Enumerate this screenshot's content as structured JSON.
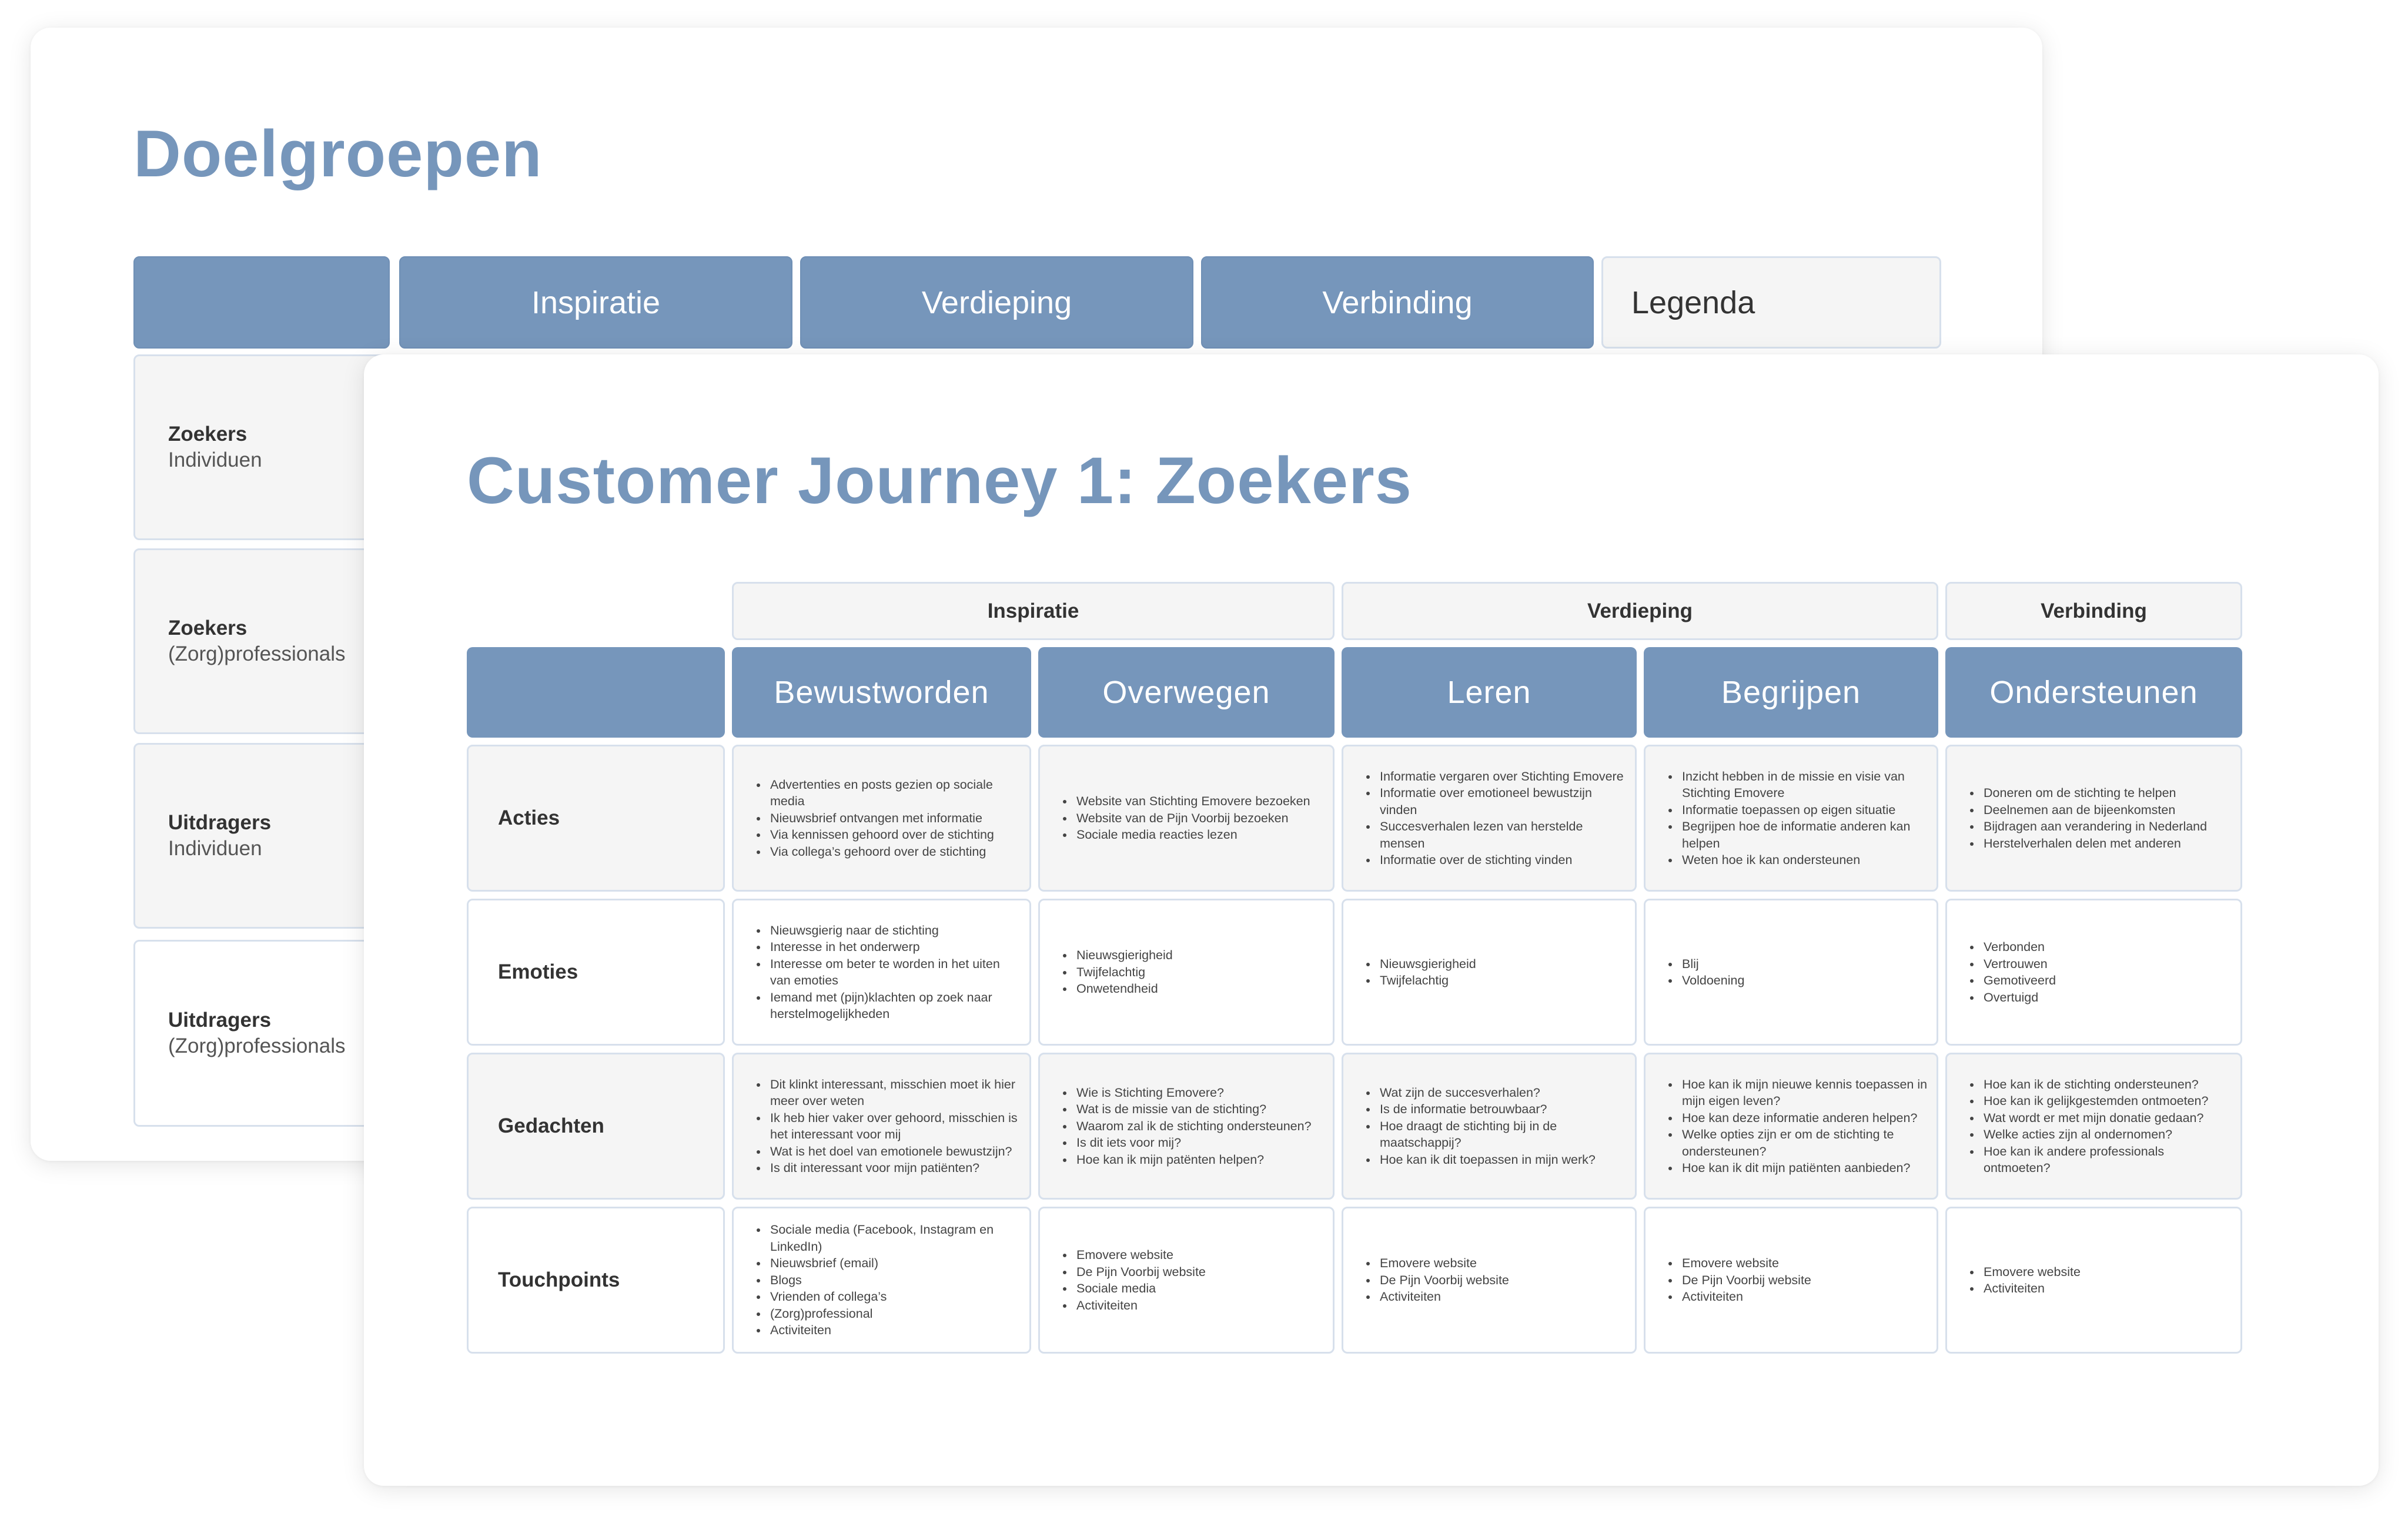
{
  "back_slide": {
    "title": "Doelgroepen",
    "header": [
      "",
      "Inspiratie",
      "Verdieping",
      "Verbinding",
      "Legenda"
    ],
    "rows": [
      {
        "name": "Zoekers",
        "sub": "Individuen"
      },
      {
        "name": "Zoekers",
        "sub": "(Zorg)professionals"
      },
      {
        "name": "Uitdragers",
        "sub": "Individuen"
      },
      {
        "name": "Uitdragers",
        "sub": "(Zorg)professionals"
      }
    ]
  },
  "front_slide": {
    "title": "Customer Journey 1: Zoekers",
    "phases": [
      {
        "label": "Inspiratie",
        "span": 2
      },
      {
        "label": "Verdieping",
        "span": 2
      },
      {
        "label": "Verbinding",
        "span": 1
      }
    ],
    "stages": [
      "Bewustworden",
      "Overwegen",
      "Leren",
      "Begrijpen",
      "Ondersteunen"
    ],
    "colors": {
      "accent": "#7696bb",
      "cell_grey": "#f5f5f5",
      "border": "#d7e0ec"
    },
    "rows": [
      {
        "label": "Acties",
        "cells": [
          [
            "Advertenties en posts gezien op sociale media",
            "Nieuwsbrief ontvangen met informatie",
            "Via kennissen gehoord over de stichting",
            "Via collega’s gehoord over de stichting"
          ],
          [
            "Website van Stichting Emovere bezoeken",
            "Website van de Pijn Voorbij bezoeken",
            "Sociale media reacties lezen"
          ],
          [
            "Informatie vergaren over Stichting Emovere",
            "Informatie over emotioneel bewustzijn vinden",
            "Succesverhalen lezen van herstelde mensen",
            "Informatie over de stichting vinden"
          ],
          [
            "Inzicht hebben in de missie en visie van Stichting Emovere",
            "Informatie toepassen op eigen situatie",
            "Begrijpen hoe de informatie anderen kan helpen",
            "Weten hoe ik kan ondersteunen"
          ],
          [
            "Doneren om de stichting te helpen",
            "Deelnemen aan de bijeenkomsten",
            "Bijdragen aan verandering in Nederland",
            "Herstelverhalen delen met anderen"
          ]
        ]
      },
      {
        "label": "Emoties",
        "cells": [
          [
            "Nieuwsgierig naar de stichting",
            "Interesse in het onderwerp",
            "Interesse om beter te worden in het uiten van emoties",
            "Iemand met (pijn)klachten op zoek naar herstelmogelijkheden"
          ],
          [
            "Nieuwsgierigheid",
            "Twijfelachtig",
            "Onwetendheid"
          ],
          [
            "Nieuwsgierigheid",
            "Twijfelachtig"
          ],
          [
            "Blij",
            "Voldoening"
          ],
          [
            "Verbonden",
            "Vertrouwen",
            "Gemotiveerd",
            "Overtuigd"
          ]
        ]
      },
      {
        "label": "Gedachten",
        "cells": [
          [
            "Dit klinkt interessant, misschien moet ik hier meer over weten",
            "Ik heb hier vaker over gehoord, misschien is het interessant voor mij",
            "Wat is het doel van emotionele bewustzijn?",
            "Is dit interessant voor mijn patiënten?"
          ],
          [
            "Wie is Stichting Emovere?",
            "Wat is de missie van de stichting?",
            "Waarom zal ik de stichting ondersteunen?",
            "Is dit iets voor mij?",
            "Hoe kan ik mijn patënten helpen?"
          ],
          [
            "Wat zijn de succesverhalen?",
            "Is de informatie betrouwbaar?",
            "Hoe draagt de stichting bij in de maatschappij?",
            "Hoe kan ik dit toepassen in mijn werk?"
          ],
          [
            "Hoe kan ik mijn nieuwe kennis toepassen in mijn eigen leven?",
            "Hoe kan deze informatie anderen helpen?",
            "Welke opties zijn er om de stichting te ondersteunen?",
            "Hoe kan ik dit mijn patiënten aanbieden?"
          ],
          [
            "Hoe kan ik de stichting ondersteunen?",
            "Hoe kan ik gelijkgestemden ontmoeten?",
            "Wat wordt er met mijn donatie gedaan?",
            "Welke acties zijn al ondernomen?",
            "Hoe kan ik andere professionals ontmoeten?"
          ]
        ]
      },
      {
        "label": "Touchpoints",
        "cells": [
          [
            "Sociale media (Facebook, Instagram en LinkedIn)",
            "Nieuwsbrief (email)",
            "Blogs",
            "Vrienden of collega’s",
            "(Zorg)professional",
            "Activiteiten"
          ],
          [
            "Emovere website",
            "De Pijn Voorbij website",
            "Sociale media",
            "Activiteiten"
          ],
          [
            "Emovere website",
            "De Pijn Voorbij website",
            "Activiteiten"
          ],
          [
            "Emovere website",
            "De Pijn Voorbij website",
            "Activiteiten"
          ],
          [
            "Emovere website",
            "Activiteiten"
          ]
        ]
      }
    ]
  }
}
